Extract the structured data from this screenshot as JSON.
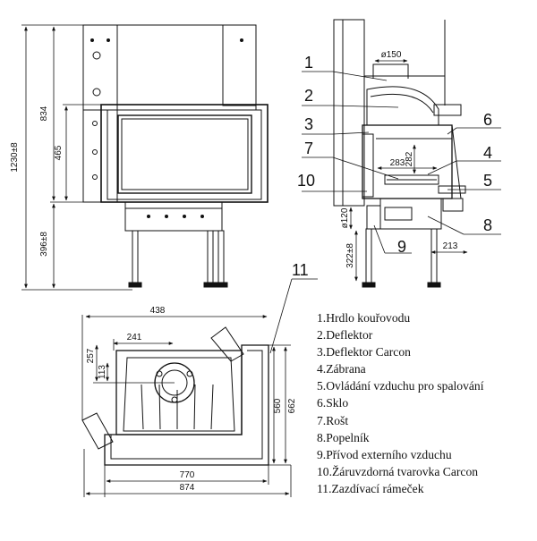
{
  "front_view": {
    "dims": {
      "total_height": "1230±8",
      "upper_height": "834",
      "glass_height": "465",
      "leg_height": "396±8"
    }
  },
  "side_view": {
    "dims": {
      "flue_diameter": "ø150",
      "grate_depth": "283",
      "grate_height": "282",
      "air_inlet_diameter": "ø120",
      "air_inlet_height": "322±8",
      "ashpan_depth": "213"
    },
    "callouts": [
      "1",
      "2",
      "3",
      "6",
      "7",
      "4",
      "10",
      "5",
      "8",
      "9",
      "11"
    ]
  },
  "top_view": {
    "dims": {
      "front_width": "438",
      "flue_offset_x": "241",
      "flue_offset_y": "257",
      "flue_offset_small": "113",
      "depth_inner": "560",
      "depth_outer": "662",
      "width_inner": "770",
      "width_outer": "874"
    }
  },
  "legend": [
    "1.Hrdlo kouřovodu",
    "2.Deflektor",
    "3.Deflektor Carcon",
    "4.Zábrana",
    "5.Ovládání vzduchu pro spalování",
    "6.Sklo",
    "7.Rošt",
    "8.Popelník",
    "9.Přívod externího vzduchu",
    "10.Žáruvzdorná tvarovka Carcon",
    "11.Zazdívací rámeček"
  ]
}
